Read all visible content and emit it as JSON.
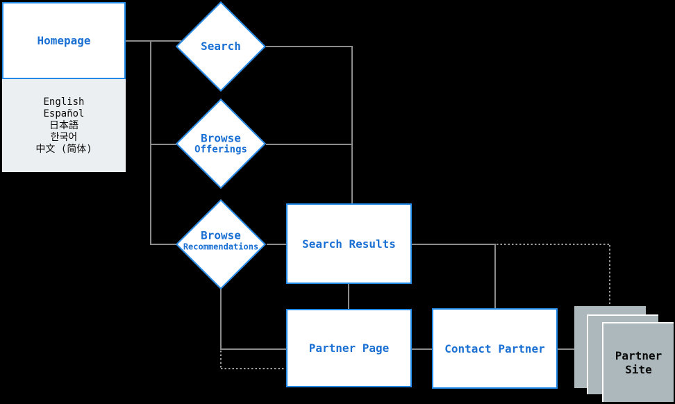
{
  "diagram": {
    "nodes": {
      "homepage": {
        "label": "Homepage"
      },
      "search": {
        "label": "Search"
      },
      "browse_offerings": {
        "label": "Browse",
        "sublabel": "Offerings"
      },
      "browse_recommendations": {
        "label": "Browse",
        "sublabel": "Recommendations"
      },
      "search_results": {
        "label": "Search Results"
      },
      "partner_page": {
        "label": "Partner Page"
      },
      "contact_partner": {
        "label": "Contact Partner"
      },
      "partner_site": {
        "line1": "Partner",
        "line2": "Site"
      }
    },
    "languages": {
      "items": [
        "English",
        "Español",
        "日本語",
        "한국어",
        "中文 (简体)"
      ]
    },
    "colors": {
      "node_border_blue": "#2289e9",
      "node_text_blue": "#1b70d4",
      "connector_solid_gray": "#8c8c8c",
      "connector_dotted_gray": "#9e9e9e",
      "language_panel_gray": "#eceff1",
      "card_gray": "#acb8bb",
      "background_black": "#000000"
    }
  }
}
